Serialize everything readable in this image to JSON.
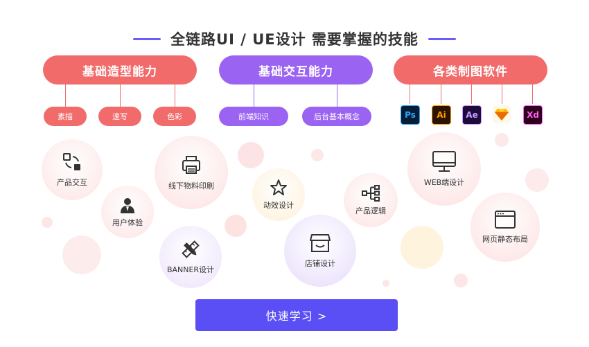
{
  "title": "全链路UI / UE设计  需要掌握的技能",
  "categories": [
    {
      "label": "基础造型能力",
      "items": [
        "素描",
        "速写",
        "色彩"
      ]
    },
    {
      "label": "基础交互能力",
      "items": [
        "前端知识",
        "后台基本概念"
      ]
    },
    {
      "label": "各类制图软件",
      "items": [
        "Ps",
        "Ai",
        "Ae",
        "",
        "Xd"
      ]
    }
  ],
  "bubbles": {
    "interaction": "产品交互",
    "print": "线下物料印刷",
    "ux": "用户体验",
    "motion": "动效设计",
    "product_logic": "产品逻辑",
    "web": "WEB端设计",
    "banner": "BANNER设计",
    "store": "店铺设计",
    "static_layout": "网页静态布局"
  },
  "cta": {
    "label": "快速学习 >"
  }
}
